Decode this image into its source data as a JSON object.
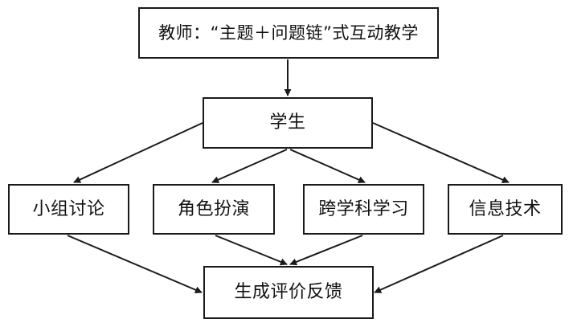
{
  "diagram": {
    "nodes": {
      "teacher": "教师：“主题＋问题链”式互动教学",
      "student": "学生",
      "group_discussion": "小组讨论",
      "role_play": "角色扮演",
      "interdisciplinary": "跨学科学习",
      "info_tech": "信息技术",
      "evaluation": "生成评价反馈"
    },
    "edges": [
      [
        "teacher",
        "student"
      ],
      [
        "student",
        "group_discussion"
      ],
      [
        "student",
        "role_play"
      ],
      [
        "student",
        "interdisciplinary"
      ],
      [
        "student",
        "info_tech"
      ],
      [
        "group_discussion",
        "evaluation"
      ],
      [
        "role_play",
        "evaluation"
      ],
      [
        "interdisciplinary",
        "evaluation"
      ],
      [
        "info_tech",
        "evaluation"
      ]
    ],
    "colors": {
      "line": "#1a1a1a",
      "background": "#ffffff"
    }
  }
}
